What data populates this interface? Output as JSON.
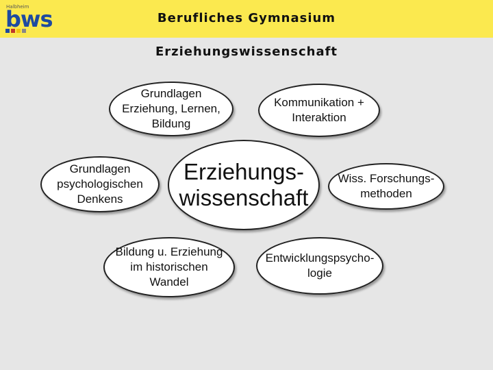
{
  "header": {
    "logo_small_text": "Halbheim",
    "logo_text": "bws",
    "logo_square_colors": [
      "#1e4aa0",
      "#c0392b",
      "#f1c40f",
      "#888888"
    ],
    "title": "Berufliches Gymnasium",
    "background_color": "#fbe94f"
  },
  "subtitle": "Erziehungswissenschaft",
  "diagram": {
    "center": "Erziehungs-\nwissenschaft",
    "nodes": {
      "grundlagen_erziehung": "Grundlagen\nErziehung, Lernen,\nBildung",
      "kommunikation": "Kommunikation +\nInteraktion",
      "grundlagen_psych": "Grundlagen\npsychologischen\nDenkens",
      "forschung": "Wiss. Forschungs-\nmethoden",
      "bildung_historisch": "Bildung u. Erziehung\nim historischen\nWandel",
      "entwicklung": "Entwicklungspsycho-\nlogie"
    }
  }
}
